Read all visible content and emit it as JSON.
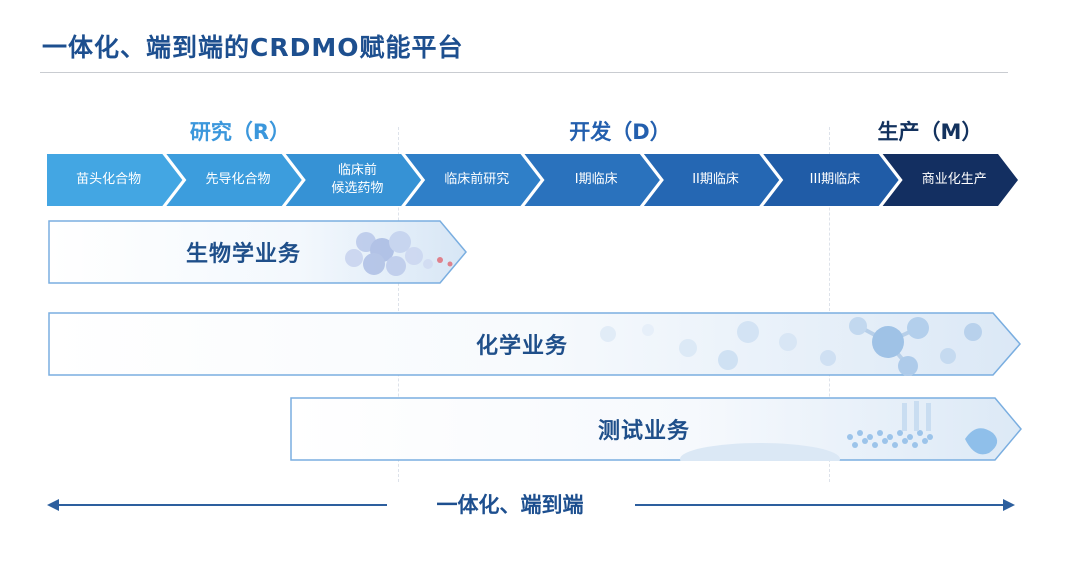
{
  "title": "一体化、端到端的CRDMO赋能平台",
  "phases": {
    "r": "研究（R）",
    "d": "开发（D）",
    "m": "生产（M）"
  },
  "stages": [
    {
      "label": "苗头化合物",
      "color": "#43a6e3"
    },
    {
      "label": "先导化合物",
      "color": "#3c9ddd"
    },
    {
      "label": "临床前\n候选药物",
      "color": "#3692d5"
    },
    {
      "label": "临床前研究",
      "color": "#2f7fc8"
    },
    {
      "label": "I期临床",
      "color": "#2a72bd"
    },
    {
      "label": "II期临床",
      "color": "#2567b3"
    },
    {
      "label": "III期临床",
      "color": "#205ca7"
    },
    {
      "label": "商业化生产",
      "color": "#132f61"
    }
  ],
  "businesses": {
    "biology": "生物学业务",
    "chemistry": "化学业务",
    "testing": "测试业务"
  },
  "bottom_label": "一体化、端到端",
  "colors": {
    "title": "#1d4f8f",
    "border": "#7aaee0",
    "bottom_arrow": "#2d5f9e"
  }
}
